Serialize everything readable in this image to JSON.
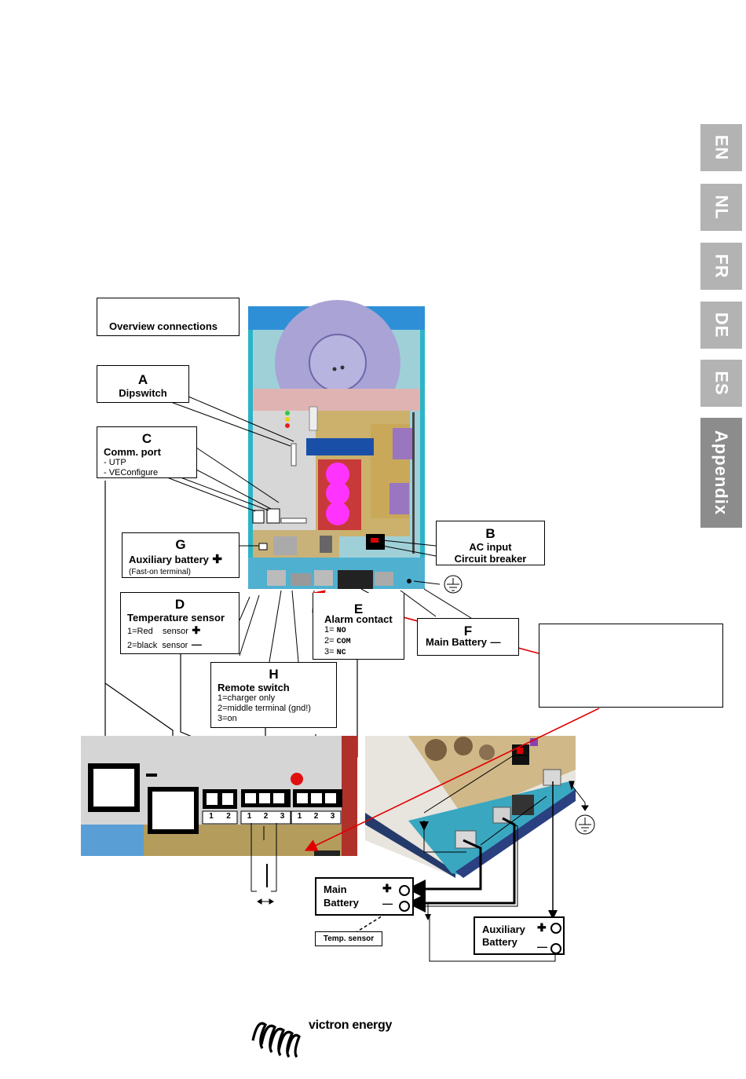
{
  "side_tabs": [
    {
      "code": "EN"
    },
    {
      "code": "NL"
    },
    {
      "code": "FR"
    },
    {
      "code": "DE"
    },
    {
      "code": "ES"
    },
    {
      "code": "Appendix"
    }
  ],
  "overview": {
    "title": "Overview connections"
  },
  "callouts": {
    "A": {
      "letter": "A",
      "title": "Dipswitch"
    },
    "B": {
      "letter": "B",
      "line1": "AC input",
      "line2": "Circuit breaker"
    },
    "C": {
      "letter": "C",
      "title": "Comm. port",
      "item1": "- UTP",
      "item2": "- VEConfigure"
    },
    "D": {
      "letter": "D",
      "title": "Temperature sensor",
      "line1": "1=Red    sensor",
      "line2": "2=black  sensor"
    },
    "E": {
      "letter": "E",
      "title": "Alarm contact",
      "p1": "1=",
      "v1": "NO",
      "p2": "2=",
      "v2": "COM",
      "p3": "3=",
      "v3": "NC"
    },
    "F": {
      "letter": "F",
      "title": "Main Battery"
    },
    "G": {
      "letter": "G",
      "title": "Auxiliary battery",
      "note": "(Fast-on terminal)"
    },
    "H": {
      "letter": "H",
      "title": "Remote switch",
      "line1": "1=charger only",
      "line2": "2=middle terminal (gnd!)",
      "line3": "3=on"
    }
  },
  "terminals": {
    "d": [
      "1",
      "2"
    ],
    "h": [
      "1",
      "2",
      "3"
    ],
    "e": [
      "1",
      "2",
      "3"
    ]
  },
  "wiring": {
    "main_battery": {
      "l1": "Main",
      "l2": "Battery"
    },
    "aux_battery": {
      "l1": "Auxiliary",
      "l2": "Battery"
    },
    "temp_sensor": "Temp. sensor"
  },
  "footer": {
    "brand": "victron energy"
  },
  "colors": {
    "tab": "#b3b3b3",
    "tab_active": "#8c8c8c",
    "device_blue": "#2e8fd6",
    "red_arrow": "#e00000"
  }
}
